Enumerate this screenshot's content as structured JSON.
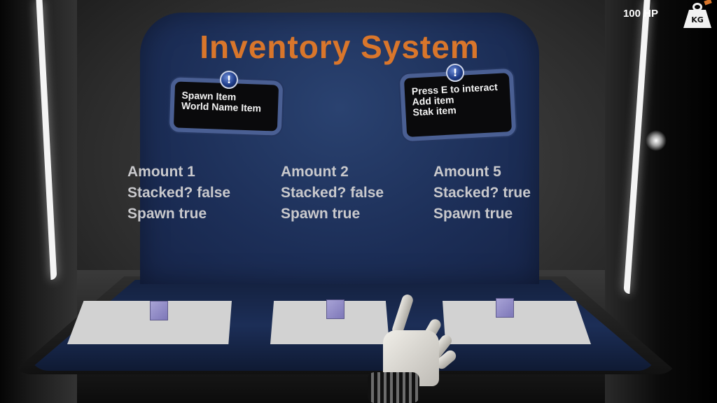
{
  "board": {
    "title": "Inventory System"
  },
  "info_panels": [
    {
      "icon": "info-icon",
      "lines": [
        "Spawn Item",
        "World Name Item"
      ]
    },
    {
      "icon": "info-icon",
      "lines": [
        "Press E to interact",
        "Add item",
        "Stak item"
      ]
    }
  ],
  "stations": [
    {
      "amount": "Amount 1",
      "stacked": "Stacked? false",
      "spawn": "Spawn true"
    },
    {
      "amount": "Amount 2",
      "stacked": "Stacked? false",
      "spawn": "Spawn true"
    },
    {
      "amount": "Amount 5",
      "stacked": "Stacked? true",
      "spawn": "Spawn true"
    }
  ],
  "hud": {
    "hp": "100 HP",
    "weight_label": "KG"
  },
  "colors": {
    "title": "#d9762b",
    "board": "#1c2e57",
    "panel_border": "#4a5f93",
    "stat_text": "#c9c9cc",
    "item_box": "#8f89c7"
  }
}
